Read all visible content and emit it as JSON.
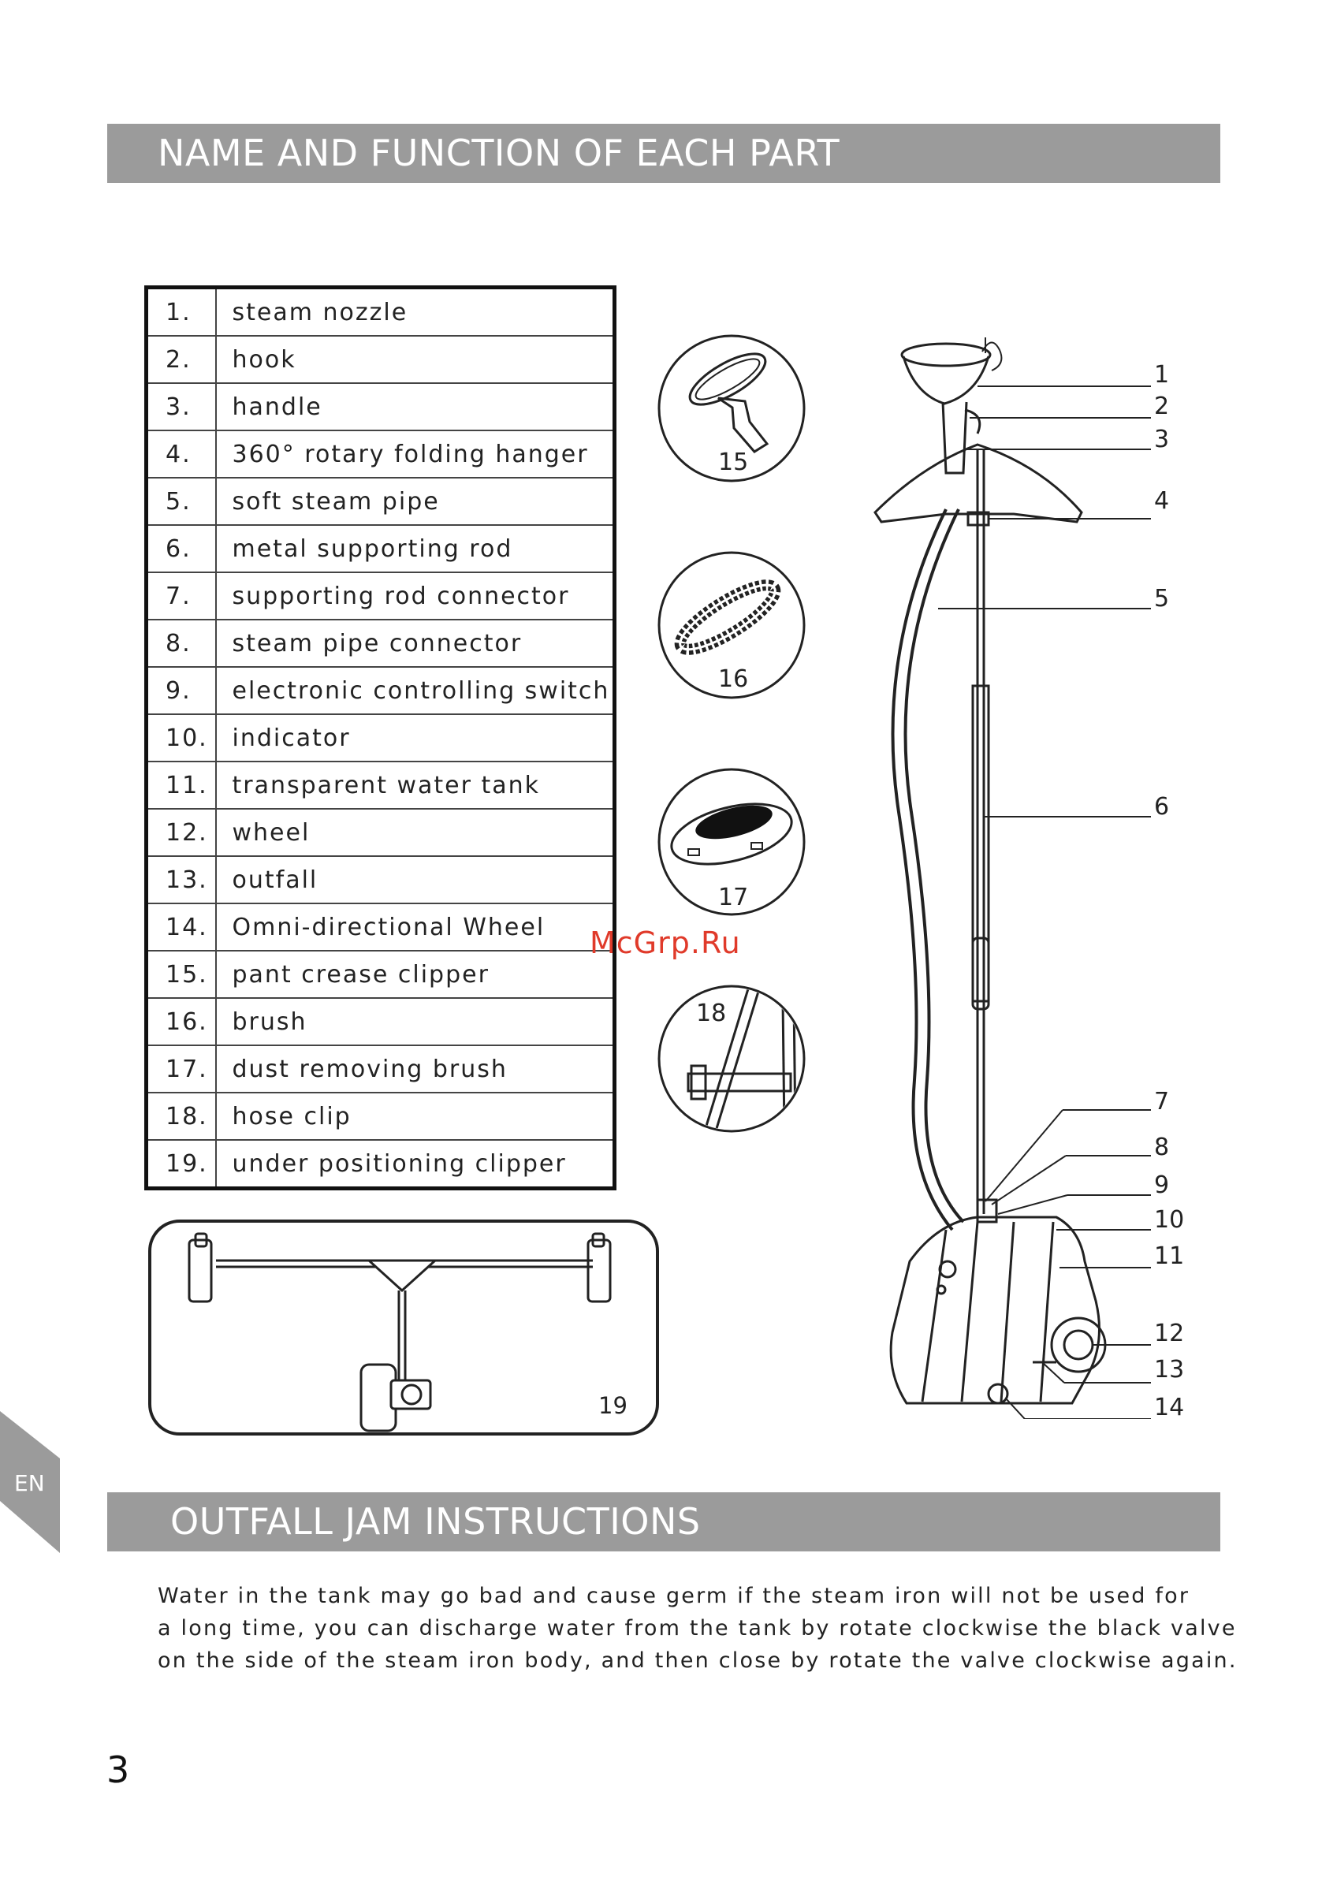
{
  "headings": {
    "name_function": "NAME AND FUNCTION OF EACH PART",
    "outfall": "OUTFALL JAM INSTRUCTIONS"
  },
  "parts": [
    {
      "num": "1.",
      "name": "steam nozzle"
    },
    {
      "num": "2.",
      "name": "hook"
    },
    {
      "num": "3.",
      "name": "handle"
    },
    {
      "num": "4.",
      "name": "360° rotary folding hanger"
    },
    {
      "num": "5.",
      "name": "soft steam pipe"
    },
    {
      "num": "6.",
      "name": "metal supporting rod"
    },
    {
      "num": "7.",
      "name": "supporting rod connector"
    },
    {
      "num": "8.",
      "name": "steam pipe connector"
    },
    {
      "num": "9.",
      "name": "electronic controlling switch"
    },
    {
      "num": "10.",
      "name": "indicator"
    },
    {
      "num": "11.",
      "name": "transparent water tank"
    },
    {
      "num": "12.",
      "name": "wheel"
    },
    {
      "num": "13.",
      "name": "outfall"
    },
    {
      "num": "14.",
      "name": "Omni-directional Wheel"
    },
    {
      "num": "15.",
      "name": "pant crease clipper"
    },
    {
      "num": "16.",
      "name": "brush"
    },
    {
      "num": "17.",
      "name": "dust removing brush"
    },
    {
      "num": "18.",
      "name": "hose clip"
    },
    {
      "num": "19.",
      "name": "under positioning clipper"
    }
  ],
  "accessory_labels": [
    "15",
    "16",
    "17",
    "18"
  ],
  "clipper_label": "19",
  "diagram_callouts": [
    "1",
    "2",
    "3",
    "4",
    "5",
    "6",
    "7",
    "8",
    "9",
    "10",
    "11",
    "12",
    "13",
    "14"
  ],
  "watermark": "McGrp.Ru",
  "language_tab": "EN",
  "outfall_lines": [
    "Water in the tank may go bad and cause germ if the steam iron will not be used for",
    "a long time, you can discharge water from the tank by rotate clockwise the black valve",
    "on the side of the steam iron body, and then close by rotate the valve clockwise again."
  ],
  "page_number": "3",
  "colors": {
    "heading_bar": "#9b9b9b",
    "watermark": "#e03a2a",
    "tab": "#9b9b9b"
  }
}
